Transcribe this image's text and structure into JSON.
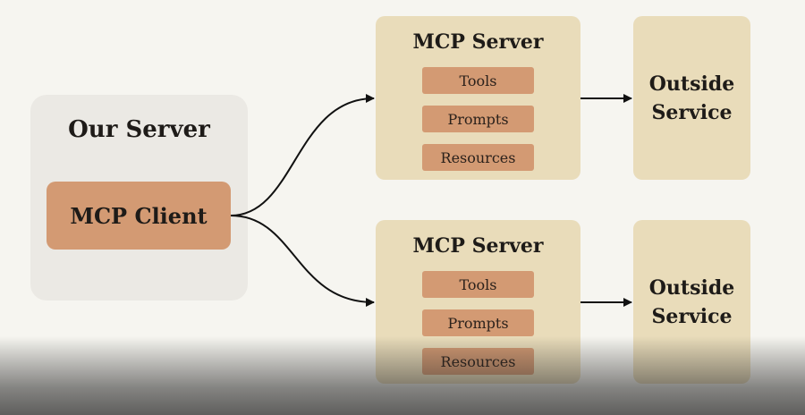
{
  "diagram": {
    "our_server": {
      "title": "Our Server",
      "client_label": "MCP Client"
    },
    "servers": [
      {
        "title": "MCP Server",
        "capabilities": [
          "Tools",
          "Prompts",
          "Resources"
        ],
        "outside_service": [
          "Outside",
          "Service"
        ]
      },
      {
        "title": "MCP Server",
        "capabilities": [
          "Tools",
          "Prompts",
          "Resources"
        ],
        "outside_service": [
          "Outside",
          "Service"
        ]
      }
    ]
  },
  "colors": {
    "background": "#f6f5f0",
    "our_server_panel": "#ebe9e4",
    "client_box": "#d39a73",
    "server_panel": "#e9dcba",
    "capability_box": "#d39a73",
    "arrow": "#111111"
  }
}
